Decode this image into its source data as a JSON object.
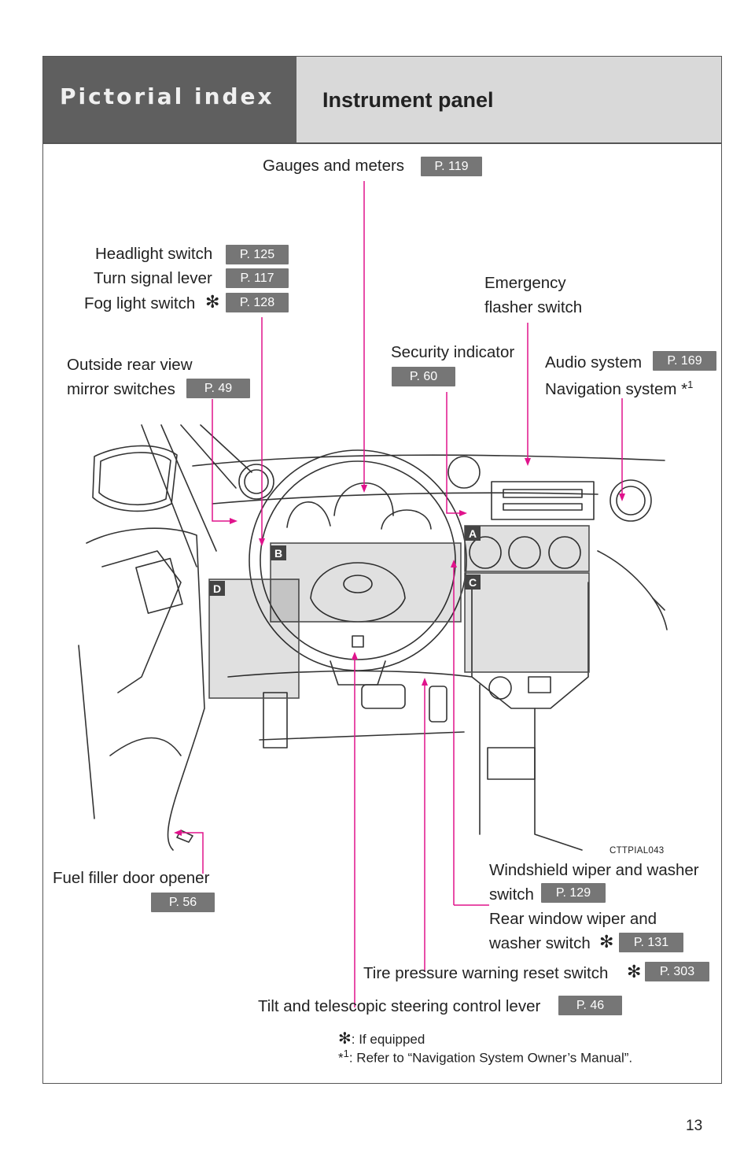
{
  "header": {
    "section": "Pictorial index",
    "title": "Instrument panel"
  },
  "labels": {
    "gauges": {
      "text": "Gauges and meters",
      "page": "P. 119"
    },
    "headlight": {
      "text": "Headlight switch",
      "page": "P. 125"
    },
    "turn_signal": {
      "text": "Turn signal lever",
      "page": "P. 117"
    },
    "fog_light": {
      "text": "Fog light switch",
      "page": "P. 128"
    },
    "emergency": {
      "line1": "Emergency",
      "line2": "flasher switch"
    },
    "security": {
      "text": "Security indicator",
      "page": "P. 60"
    },
    "audio": {
      "text": "Audio system",
      "page": "P. 169"
    },
    "navigation": {
      "text": "Navigation system *",
      "footnote": "1"
    },
    "mirror": {
      "line1": "Outside rear view",
      "line2": "mirror switches",
      "page": "P. 49"
    },
    "fuel": {
      "text": "Fuel filler door opener",
      "page": "P. 56"
    },
    "wiper": {
      "line1": "Windshield wiper and washer",
      "line2": "switch",
      "page": "P. 129"
    },
    "rear_wiper": {
      "line1": "Rear window wiper and",
      "line2": "washer switch",
      "page": "P. 131"
    },
    "tire": {
      "text": "Tire pressure warning reset switch",
      "page": "P. 303"
    },
    "tilt": {
      "text": "Tilt and telescopic steering control lever",
      "page": "P. 46"
    }
  },
  "callouts": {
    "a": "A",
    "b": "B",
    "c": "C",
    "d": "D"
  },
  "image_code": "CTTPIAL043",
  "notes": {
    "equipped": ": If equipped",
    "refer_prefix": "*",
    "refer_sup": "1",
    "refer_text": ": Refer to “Navigation System Owner’s Manual”."
  },
  "asterisk_symbol": "✻",
  "page_number": "13",
  "colors": {
    "leader": "#e0138c",
    "badge": "#767676",
    "header_dark": "#5f5f5f",
    "header_light": "#d9d9d9"
  }
}
